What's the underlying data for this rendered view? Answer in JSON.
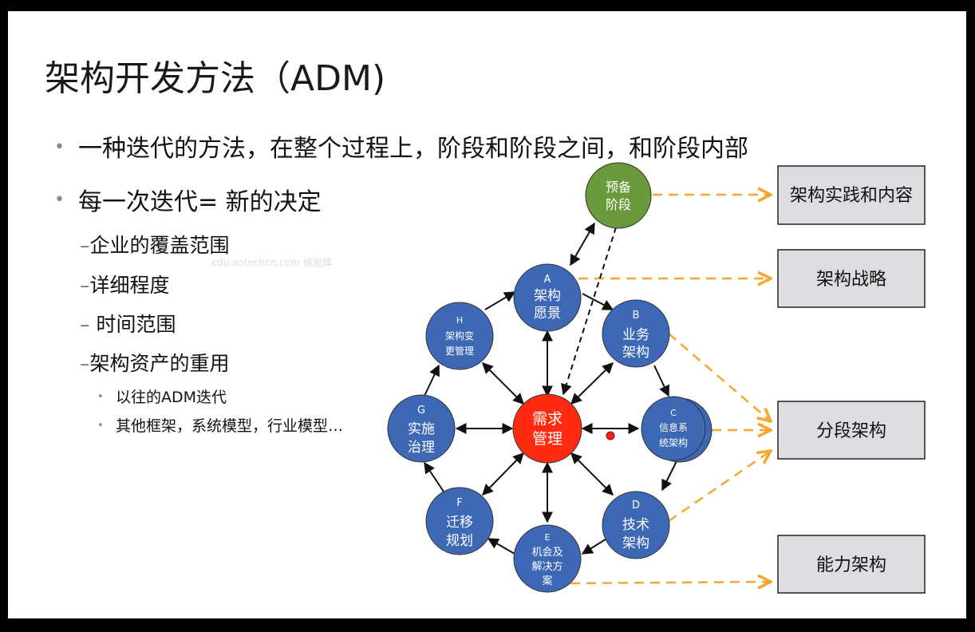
{
  "title": "架构开发方法（ADM)",
  "bullets": {
    "b1": "一种迭代的方法，在整个过程上，阶段和阶段之间，和阶段内部",
    "b2": "每一次迭代= 新的决定",
    "sub": [
      "企业的覆盖范围",
      "详细程度",
      "时间范围",
      "架构资产的重用"
    ],
    "subsub": [
      "以往的ADM迭代",
      "其他框架，系统模型，行业模型…"
    ]
  },
  "watermark": "edu.aotechcn.com 徐旭辉",
  "nodes": {
    "prelim": {
      "line1": "预备",
      "line2": "阶段",
      "color": "#6a9a3c"
    },
    "center": {
      "line1": "需求",
      "line2": "管理",
      "color": "#ff2a10"
    },
    "A": {
      "letter": "A",
      "line1": "架构",
      "line2": "愿景"
    },
    "B": {
      "letter": "B",
      "line1": "业务",
      "line2": "架构"
    },
    "C": {
      "letter": "C",
      "line1": "信息系",
      "line2": "统架构"
    },
    "D": {
      "letter": "D",
      "line1": "技术",
      "line2": "架构"
    },
    "E": {
      "letter": "E",
      "line1": "机会及",
      "line2": "解决方",
      "line3": "案"
    },
    "F": {
      "letter": "F",
      "line1": "迁移",
      "line2": "规划"
    },
    "G": {
      "letter": "G",
      "line1": "实施",
      "line2": "治理"
    },
    "H": {
      "letter": "H",
      "line1": "架构变",
      "line2": "更管理"
    }
  },
  "node_color": "#3d68b6",
  "arrow_color": "#f5a733",
  "boxes": {
    "practice": "架构实践和内容",
    "strategy": "架构战略",
    "segment": "分段架构",
    "capability": "能力架构"
  }
}
